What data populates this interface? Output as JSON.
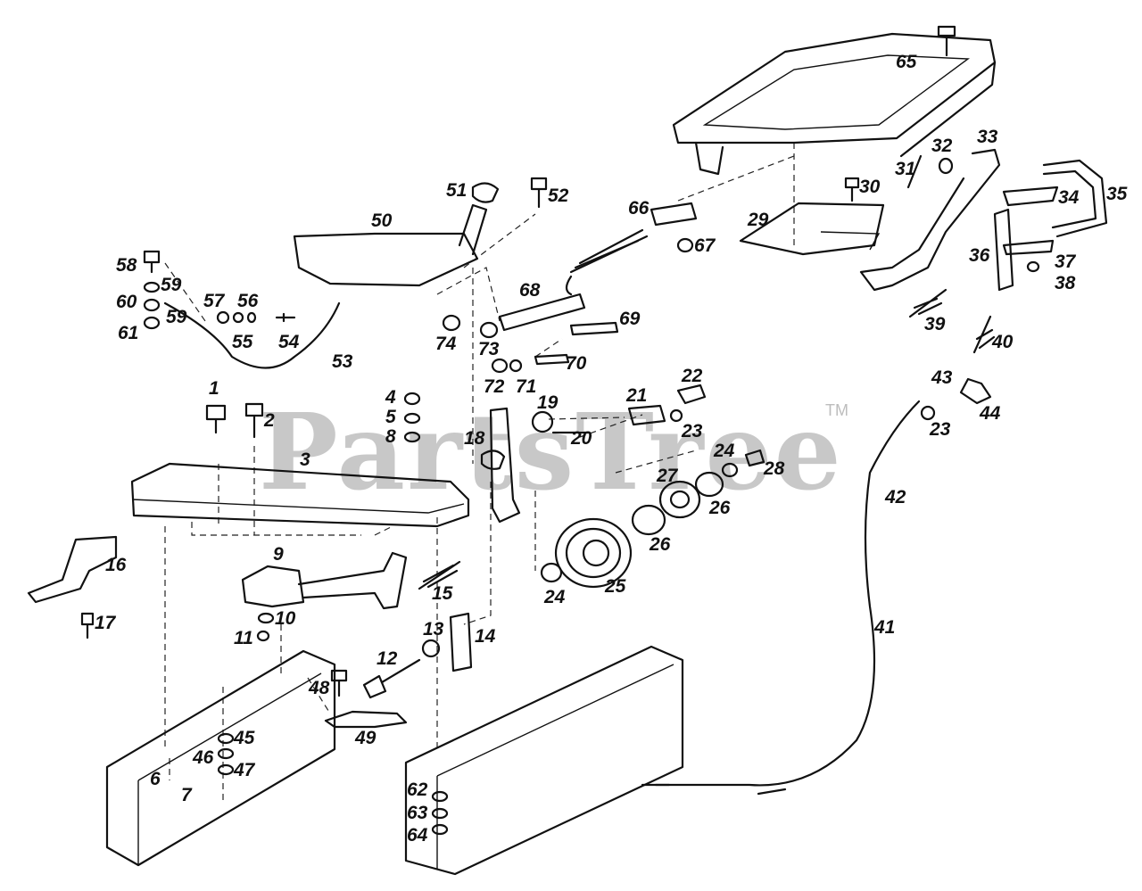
{
  "watermark": {
    "text": "PartsTree",
    "mark": "TM"
  },
  "colors": {
    "ink": "#111111",
    "watermark": "#c8c8c8",
    "background": "#ffffff"
  },
  "callouts": {
    "c1": "1",
    "c2": "2",
    "c3": "3",
    "c4": "4",
    "c5": "5",
    "c6": "6",
    "c7": "7",
    "c8": "8",
    "c9": "9",
    "c10": "10",
    "c11": "11",
    "c12": "12",
    "c13": "13",
    "c14": "14",
    "c15": "15",
    "c16": "16",
    "c17": "17",
    "c18": "18",
    "c19": "19",
    "c20": "20",
    "c21": "21",
    "c22": "22",
    "c23a": "23",
    "c23b": "23",
    "c24a": "24",
    "c24b": "24",
    "c25": "25",
    "c26a": "26",
    "c26b": "26",
    "c27": "27",
    "c28": "28",
    "c29": "29",
    "c30": "30",
    "c31": "31",
    "c32": "32",
    "c33": "33",
    "c34": "34",
    "c35": "35",
    "c36": "36",
    "c37": "37",
    "c38": "38",
    "c39": "39",
    "c40": "40",
    "c41": "41",
    "c42": "42",
    "c43": "43",
    "c44": "44",
    "c45": "45",
    "c46": "46",
    "c47": "47",
    "c48": "48",
    "c49": "49",
    "c50": "50",
    "c51": "51",
    "c52": "52",
    "c53": "53",
    "c54": "54",
    "c55": "55",
    "c56": "56",
    "c57": "57",
    "c58": "58",
    "c59a": "59",
    "c59b": "59",
    "c60": "60",
    "c61": "61",
    "c62": "62",
    "c63": "63",
    "c64": "64",
    "c65": "65",
    "c66": "66",
    "c67": "67",
    "c68": "68",
    "c69": "69",
    "c70": "70",
    "c71": "71",
    "c72": "72",
    "c73": "73",
    "c74": "74"
  }
}
